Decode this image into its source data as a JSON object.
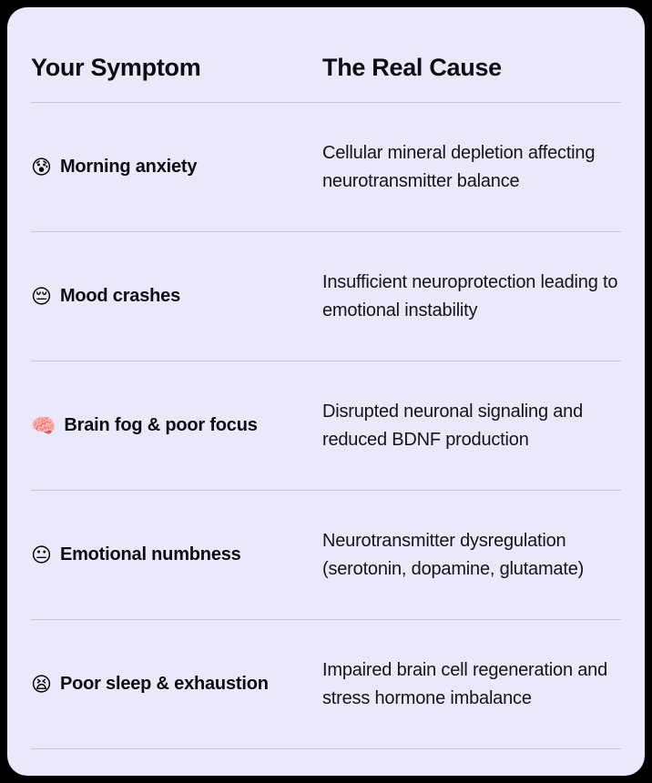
{
  "colors": {
    "page_background": "#000000",
    "card_background": "#E9E9FA",
    "text": "#0D0D14",
    "divider": "#C7C7D4"
  },
  "table": {
    "headers": [
      "Your Symptom",
      "The Real Cause"
    ],
    "rows": [
      {
        "emoji": "😰",
        "emoji_name": "anxious-face-with-sweat-emoji",
        "symptom": "Morning anxiety",
        "cause": "Cellular mineral depletion affecting neurotransmitter balance"
      },
      {
        "emoji": "😔",
        "emoji_name": "pensive-face-emoji",
        "symptom": "Mood crashes",
        "cause": "Insufficient neuroprotection leading to emotional instability"
      },
      {
        "emoji": "🧠",
        "emoji_name": "brain-emoji",
        "symptom": "Brain fog & poor focus",
        "cause": "Disrupted neuronal signaling and reduced BDNF production"
      },
      {
        "emoji": "😐",
        "emoji_name": "neutral-face-emoji",
        "symptom": "Emotional numbness",
        "cause": "Neurotransmitter dysregulation (serotonin, dopamine, glutamate)"
      },
      {
        "emoji": "😫",
        "emoji_name": "tired-face-emoji",
        "symptom": "Poor sleep & exhaustion",
        "cause": "Impaired brain cell regeneration and stress hormone imbalance"
      }
    ]
  }
}
